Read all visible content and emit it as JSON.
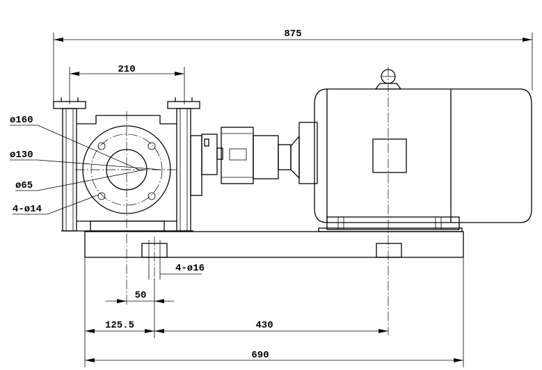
{
  "dimensions": {
    "overall_length": "875",
    "port_spacing": "210",
    "base_length": "690",
    "base_hole_offset": "125.5",
    "base_hole_spacing": "430",
    "foot_bolt_spacing": "50",
    "foot_bolts": "4-ø16"
  },
  "flange": {
    "outer_diameter": "ø160",
    "bolt_circle": "ø130",
    "bore": "ø65",
    "bolt_holes": "4-ø14"
  }
}
